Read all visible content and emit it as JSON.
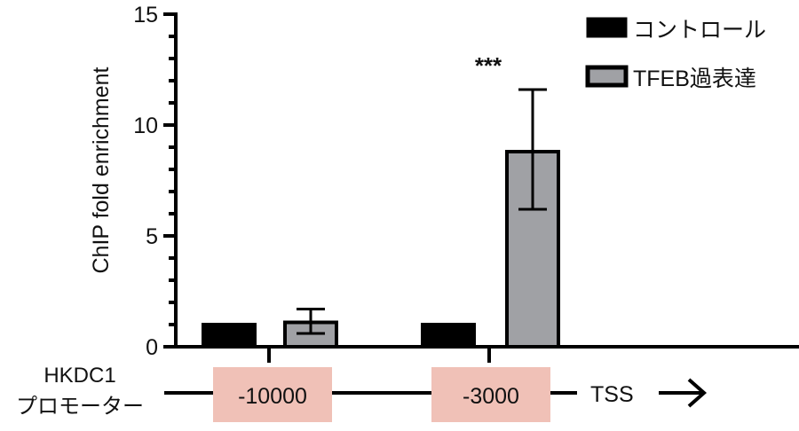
{
  "chart_data": {
    "type": "bar",
    "title": "",
    "ylabel": "ChIP fold enrichment",
    "xlabel": "",
    "ylim": [
      0,
      15
    ],
    "yticks": [
      0,
      5,
      10,
      15
    ],
    "ytick_labels": [
      "0",
      "5",
      "10",
      "15"
    ],
    "categories": [
      "-10000",
      "-3000"
    ],
    "series": [
      {
        "name": "コントロール",
        "values": [
          1.0,
          1.0
        ],
        "err_low": [
          null,
          null
        ],
        "err_high": [
          null,
          null
        ],
        "color": "#000000"
      },
      {
        "name": "TFEB過表達",
        "values": [
          1.1,
          8.8
        ],
        "err_low": [
          0.6,
          6.2
        ],
        "err_high": [
          1.7,
          11.6
        ],
        "color": "#a0a1a5"
      }
    ],
    "annotations": [
      {
        "category": "-3000",
        "text": "***"
      }
    ],
    "legend_position": "top-right",
    "promoter": {
      "label_line1": "HKDC1",
      "label_line2": "プロモーター",
      "end_label": "TSS",
      "box_color": "#f0c1b7"
    }
  }
}
